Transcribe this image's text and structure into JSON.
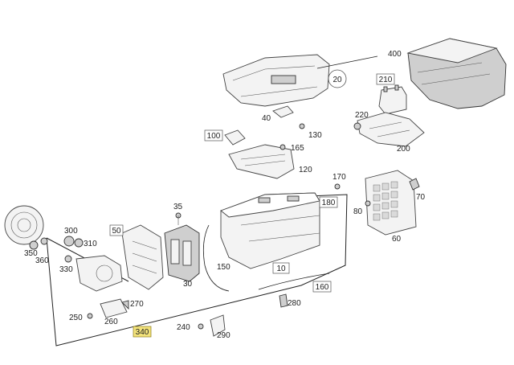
{
  "callouts": [
    {
      "id": "10",
      "label": "10"
    },
    {
      "id": "20",
      "label": "20"
    },
    {
      "id": "30",
      "label": "30"
    },
    {
      "id": "35",
      "label": "35"
    },
    {
      "id": "40",
      "label": "40"
    },
    {
      "id": "50",
      "label": "50"
    },
    {
      "id": "60",
      "label": "60"
    },
    {
      "id": "70",
      "label": "70"
    },
    {
      "id": "80",
      "label": "80"
    },
    {
      "id": "100",
      "label": "100"
    },
    {
      "id": "120",
      "label": "120"
    },
    {
      "id": "130",
      "label": "130"
    },
    {
      "id": "150",
      "label": "150"
    },
    {
      "id": "160",
      "label": "160"
    },
    {
      "id": "165",
      "label": "165"
    },
    {
      "id": "170",
      "label": "170"
    },
    {
      "id": "180",
      "label": "180"
    },
    {
      "id": "200",
      "label": "200"
    },
    {
      "id": "210",
      "label": "210"
    },
    {
      "id": "220",
      "label": "220"
    },
    {
      "id": "240",
      "label": "240"
    },
    {
      "id": "250",
      "label": "250"
    },
    {
      "id": "260",
      "label": "260"
    },
    {
      "id": "270",
      "label": "270"
    },
    {
      "id": "280",
      "label": "280"
    },
    {
      "id": "290",
      "label": "290"
    },
    {
      "id": "300",
      "label": "300"
    },
    {
      "id": "310",
      "label": "310"
    },
    {
      "id": "330",
      "label": "330"
    },
    {
      "id": "340",
      "label": "340",
      "highlighted": true
    },
    {
      "id": "350",
      "label": "350"
    },
    {
      "id": "360",
      "label": "360"
    },
    {
      "id": "400",
      "label": "400"
    }
  ],
  "colors": {
    "highlight": "#f2e27a",
    "line": "#222222",
    "part_fill": "#f3f3f3"
  }
}
